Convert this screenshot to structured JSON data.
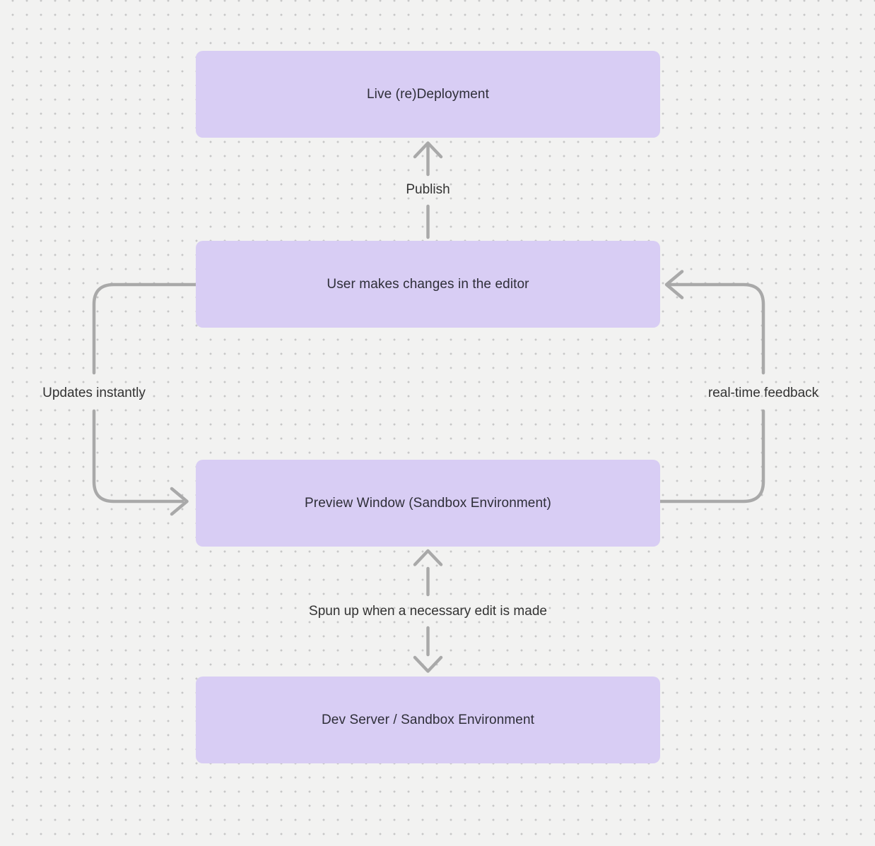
{
  "theme": {
    "canvas_bg": "#f2f2f1",
    "dot_color": "#c7c7c7",
    "node_fill": "#d8cdf4",
    "node_text_color": "#2e2e38",
    "connector_color": "#a9a9a9",
    "edge_label_color": "#333333"
  },
  "nodes": [
    {
      "id": "live-redeployment",
      "label": "Live (re)Deployment"
    },
    {
      "id": "user-editor",
      "label": "User makes changes in the editor"
    },
    {
      "id": "preview-window",
      "label": "Preview Window (Sandbox Environment)"
    },
    {
      "id": "dev-server",
      "label": "Dev Server / Sandbox Environment"
    }
  ],
  "edges": [
    {
      "id": "publish",
      "label": "Publish",
      "from": "user-editor",
      "to": "live-redeployment",
      "direction": "up"
    },
    {
      "id": "updates-instantly",
      "label": "Updates instantly",
      "from": "user-editor",
      "to": "preview-window",
      "direction": "down-left-loop"
    },
    {
      "id": "real-time-feedback",
      "label": "real-time feedback",
      "from": "preview-window",
      "to": "user-editor",
      "direction": "up-right-loop"
    },
    {
      "id": "spun-up",
      "label": "Spun up when a necessary edit is made",
      "from": "preview-window",
      "to": "dev-server",
      "direction": "bidirectional"
    }
  ]
}
